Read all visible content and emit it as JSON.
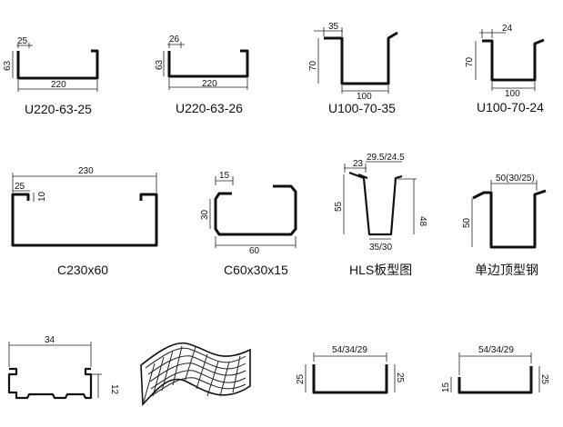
{
  "profiles": [
    {
      "label": "U220-63-25",
      "dims": {
        "top": "25",
        "height": "63",
        "width": "220"
      }
    },
    {
      "label": "U220-63-26",
      "dims": {
        "top": "26",
        "height": "63",
        "width": "220"
      }
    },
    {
      "label": "U100-70-35",
      "dims": {
        "top": "35",
        "height": "70",
        "width": "100"
      }
    },
    {
      "label": "U100-70-24",
      "dims": {
        "top": "24",
        "height": "70",
        "width": "100"
      }
    },
    {
      "label": "C230x60",
      "dims": {
        "top": "230",
        "lip": "25",
        "lip_h": "10"
      }
    },
    {
      "label": "C60x30x15",
      "dims": {
        "top": "15",
        "height": "30",
        "width": "60"
      }
    },
    {
      "label": "HLS板型图",
      "dims": {
        "top_a": "23",
        "top_b": "29.5/24.5",
        "left": "55",
        "right": "48",
        "bottom": "35/30"
      }
    },
    {
      "label": "单边顶型钢",
      "dims": {
        "top": "50(30/25)",
        "height": "50"
      }
    },
    {
      "label": "",
      "dims": {
        "top": "34",
        "height": "12"
      }
    },
    {
      "label": "",
      "dims": {}
    },
    {
      "label": "",
      "dims": {
        "top": "54/34/29",
        "left": "25",
        "right": "25"
      }
    },
    {
      "label": "",
      "dims": {
        "top": "54/34/29",
        "left": "15",
        "right": "25"
      }
    }
  ]
}
